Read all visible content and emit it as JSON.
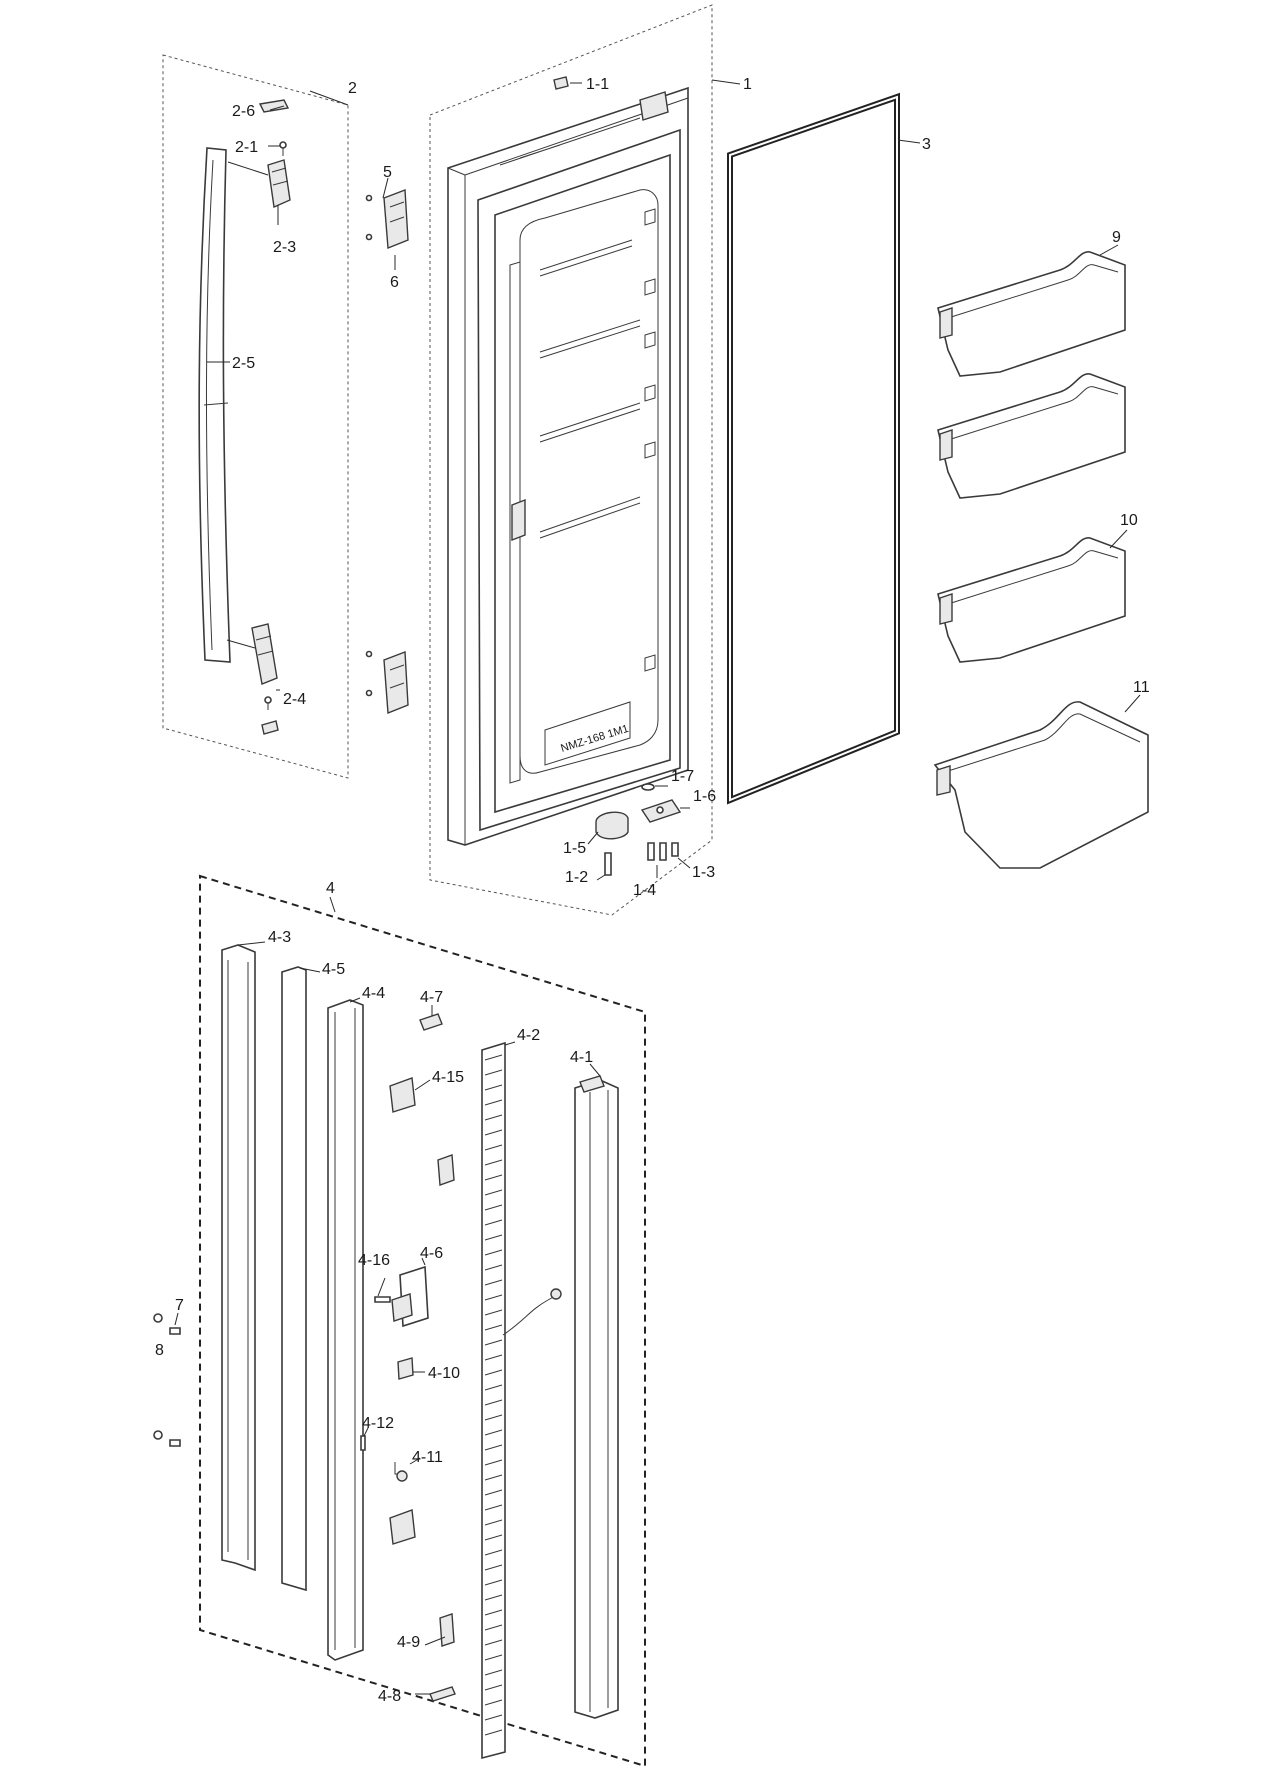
{
  "labels": {
    "l1": "1",
    "l1_1": "1-1",
    "l1_2": "1-2",
    "l1_3": "1-3",
    "l1_4": "1-4",
    "l1_5": "1-5",
    "l1_6": "1-6",
    "l1_7": "1-7",
    "l2": "2",
    "l2_1": "2-1",
    "l2_3": "2-3",
    "l2_4": "2-4",
    "l2_5": "2-5",
    "l2_6": "2-6",
    "l3": "3",
    "l4": "4",
    "l4_1": "4-1",
    "l4_2": "4-2",
    "l4_3": "4-3",
    "l4_4": "4-4",
    "l4_5": "4-5",
    "l4_6": "4-6",
    "l4_7": "4-7",
    "l4_8": "4-8",
    "l4_9": "4-9",
    "l4_10": "4-10",
    "l4_11": "4-11",
    "l4_12": "4-12",
    "l4_15": "4-15",
    "l4_16": "4-16",
    "l5": "5",
    "l6": "6",
    "l7": "7",
    "l8": "8",
    "l9": "9",
    "l10": "10",
    "l11": "11"
  },
  "door_stamp": "NMZ-168 1M1"
}
